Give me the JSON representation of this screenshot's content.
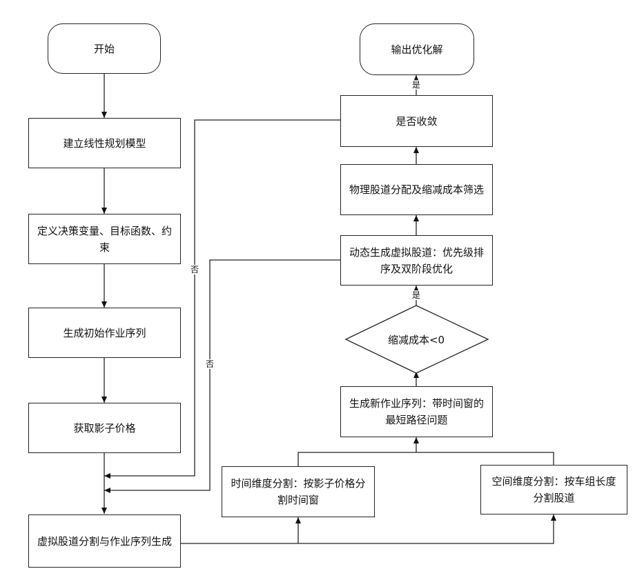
{
  "nodes": {
    "start": "开始",
    "build_model": "建立线性规划模型",
    "define_vars": "定义决策变量、目标函数、约束",
    "init_seq": "生成初始作业序列",
    "shadow_price": "获取影子价格",
    "split_generate": "虚拟股道分割与作业序列生成",
    "time_split": "时间维度分割：按影子价格分割时间窗",
    "space_split": "空间维度分割：按车组长度分割股道",
    "new_seq": "生成新作业序列：带时间窗的最短路径问题",
    "reduced_cost": "缩减成本<0",
    "dynamic_track": "动态生成虚拟股道：优先级排序及双阶段优化",
    "physical_assign": "物理股道分配及缩减成本筛选",
    "converge": "是否收敛",
    "output": "输出优化解"
  },
  "edge_labels": {
    "yes_reduced": "是",
    "yes_converge": "是",
    "no_converge": "否",
    "no_reduced": "否"
  }
}
